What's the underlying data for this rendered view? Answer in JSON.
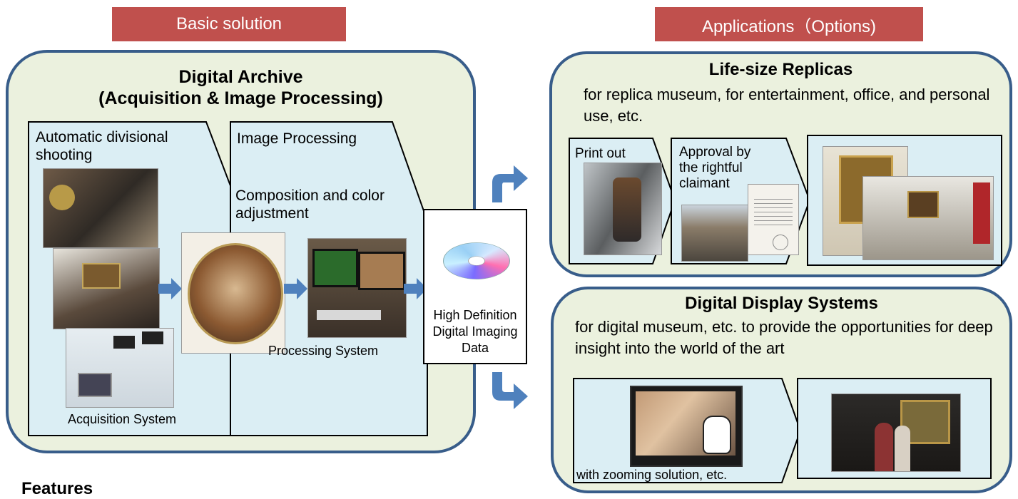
{
  "headers": {
    "basic": "Basic solution",
    "applications": "Applications（Options)"
  },
  "archive": {
    "title_line1": "Digital Archive",
    "title_line2": "(Acquisition & Image Processing)",
    "shooting_label": "Automatic divisional shooting",
    "acquisition_label": "Acquisition System",
    "processing_label": "Image Processing",
    "composition_label": "Composition and color adjustment",
    "processing_system_label": "Processing System"
  },
  "data_box": {
    "label_line1": "High Definition",
    "label_line2": "Digital Imaging",
    "label_line3": "Data"
  },
  "replicas": {
    "title": "Life-size Replicas",
    "description": "for replica museum, for entertainment, office, and  personal use, etc.",
    "print_label": "Print out",
    "approval_label": "Approval by the rightful claimant"
  },
  "display": {
    "title": "Digital Display Systems",
    "description": "for digital museum, etc. to provide the opportunities for deep insight into the world of the art",
    "zoom_label": "with zooming solution, etc."
  },
  "footer": {
    "features": "Features"
  },
  "colors": {
    "header_red": "#c0504d",
    "panel_fill": "#ebf1de",
    "panel_border": "#385d8a",
    "box_fill": "#dbeef4",
    "arrow_blue": "#4f81bd"
  }
}
